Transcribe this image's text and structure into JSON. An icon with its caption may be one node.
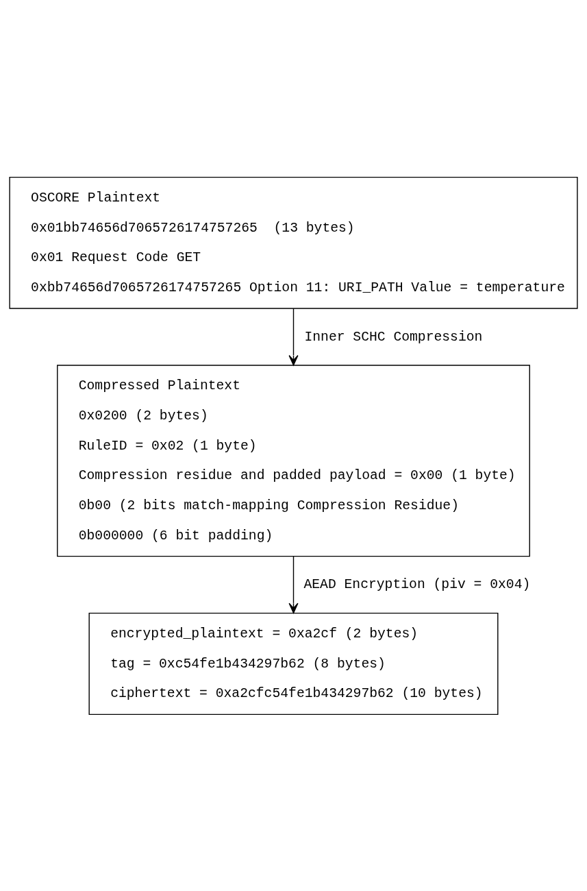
{
  "diagram": {
    "nodes": [
      {
        "text": [
          "OSCORE Plaintext",
          "0x01bb74656d7065726174757265  (13 bytes)",
          "0x01 Request Code GET",
          "0xbb74656d7065726174757265 Option 11: URI_PATH Value = temperature"
        ]
      },
      {
        "text": [
          "Compressed Plaintext",
          "0x0200 (2 bytes)",
          "RuleID = 0x02 (1 byte)",
          "Compression residue and padded payload = 0x00 (1 byte)",
          "0b00 (2 bits match-mapping Compression Residue)",
          "0b000000 (6 bit padding)"
        ]
      },
      {
        "text": [
          "encrypted_plaintext = 0xa2cf (2 bytes)",
          "tag = 0xc54fe1b434297b62 (8 bytes)",
          "ciphertext = 0xa2cfc54fe1b434297b62 (10 bytes)"
        ]
      }
    ],
    "edges": [
      {
        "from": 0,
        "to": 1,
        "arrow": "to",
        "label": "Inner SCHC Compression"
      },
      {
        "from": 1,
        "to": 2,
        "arrow": "to",
        "label": "AEAD Encryption (piv = 0x04)"
      }
    ]
  }
}
